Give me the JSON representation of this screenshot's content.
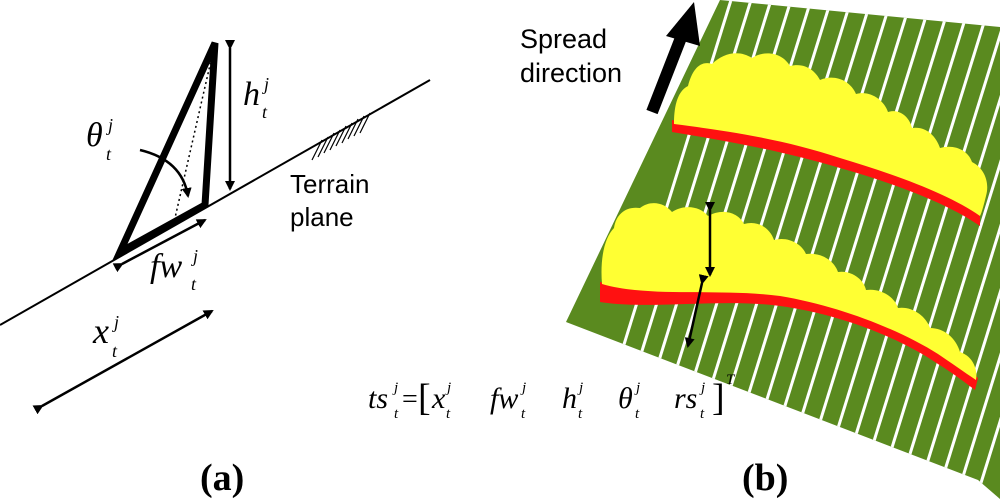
{
  "panel_a": {
    "caption": "(a)",
    "terrain_label_line1": "Terrain",
    "terrain_label_line2": "plane",
    "sym_h": "h",
    "sym_theta": "θ",
    "sym_fw": "fw",
    "sym_x": "x",
    "sup_j": "j",
    "sub_t": "t"
  },
  "panel_b": {
    "caption": "(b)",
    "spread_line1": "Spread",
    "spread_line2": "direction",
    "equation": {
      "lhs": "ts",
      "equals": "=",
      "open_bracket": "[",
      "close_bracket": "]",
      "transpose": "T",
      "terms": [
        "x",
        "fw",
        "h",
        "θ",
        "rs"
      ]
    }
  },
  "colors": {
    "flame_top": "#ffff33",
    "flame_base": "#ff1111",
    "terrain_green": "#5a8a1f",
    "stripes": "#ffffff",
    "ink": "#000000"
  }
}
